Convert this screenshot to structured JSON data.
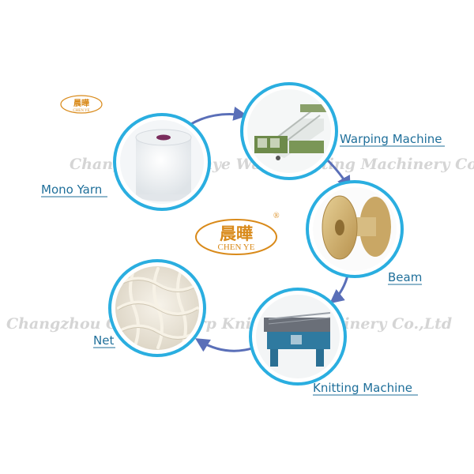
{
  "watermark": "Changzhou Chenye Warp Knitting Machinery Co.,Ltd",
  "logo_small": {
    "cn": "晨曄",
    "en": "CHEN YE"
  },
  "logo_center": {
    "cn": "晨曄",
    "en": "CHEN YE",
    "mark": "®"
  },
  "nodes": [
    {
      "id": "mono-yarn",
      "label": "Mono Yarn"
    },
    {
      "id": "warping-machine",
      "label": "Warping Machine"
    },
    {
      "id": "beam",
      "label": "Beam"
    },
    {
      "id": "knitting-machine",
      "label": "Knitting Machine"
    },
    {
      "id": "net",
      "label": "Net"
    }
  ],
  "colors": {
    "ring": "#2aaee0",
    "arrow": "#5a6fb8",
    "label": "#1f6f9a",
    "logo": "#d98a1a",
    "watermark": "#d5d5d5"
  }
}
